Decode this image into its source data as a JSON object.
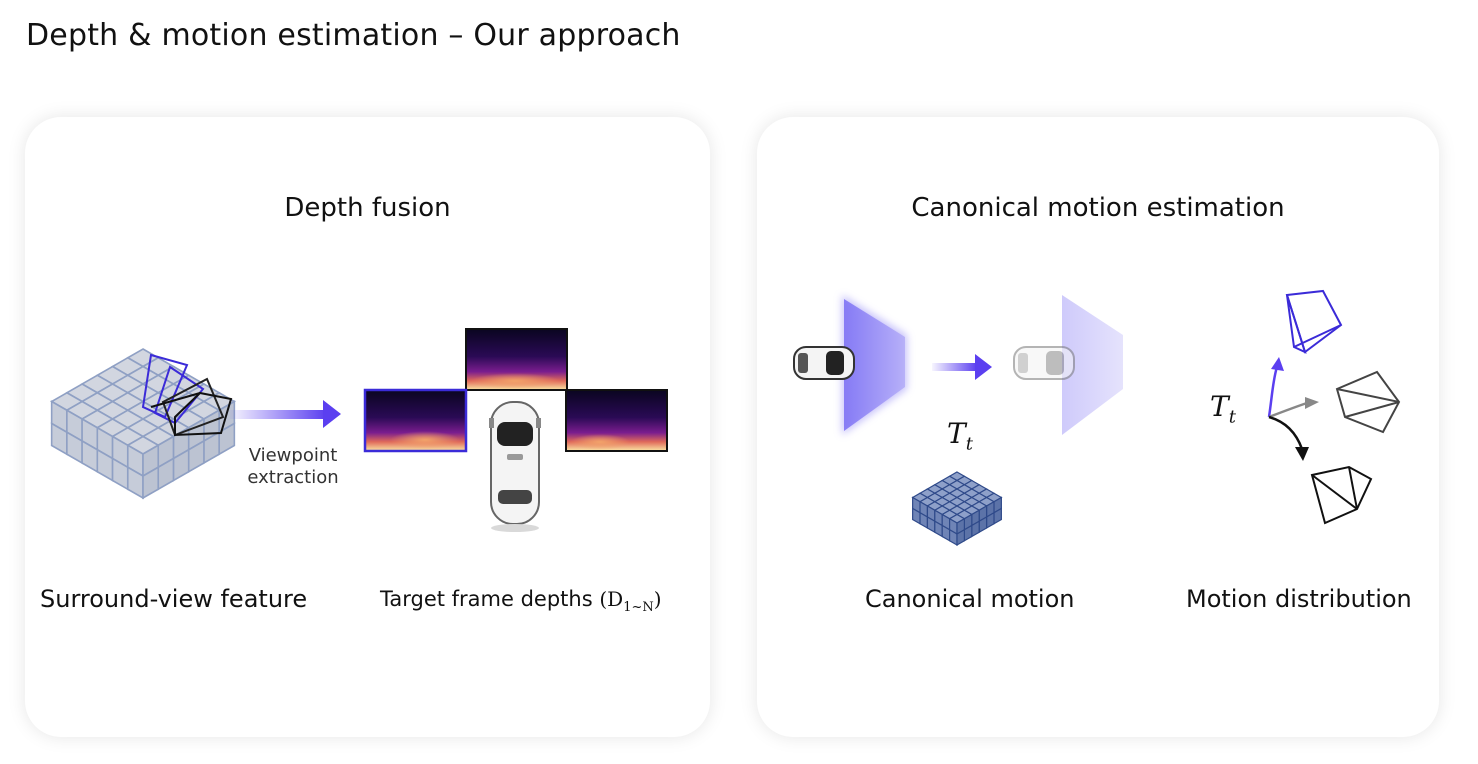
{
  "title": "Depth & motion estimation – Our approach",
  "left_panel": {
    "title": "Depth fusion",
    "feature_label": "Surround-view feature",
    "arrow_label_line1": "Viewpoint",
    "arrow_label_line2": "extraction",
    "target_label": "Target frame depths",
    "target_math_base": "D",
    "target_math_sub": "1~N"
  },
  "right_panel": {
    "title": "Canonical motion estimation",
    "math_base": "T",
    "math_sub": "t",
    "canonical_label": "Canonical motion",
    "distribution_label": "Motion distribution"
  },
  "colors": {
    "accent_purple": "#5b3ff0",
    "grid_blue": "#3d5a99",
    "grid_fill": "#c6ccd9",
    "frustum_glow": "#8f84f6"
  }
}
